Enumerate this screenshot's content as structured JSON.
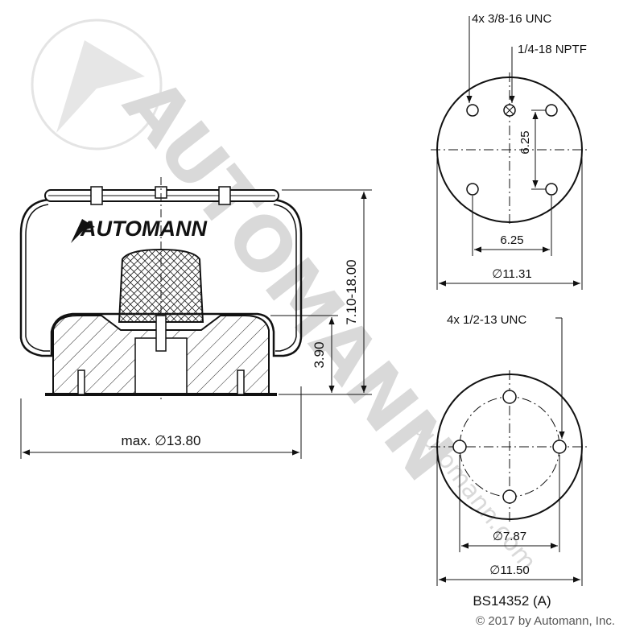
{
  "brand_logo_text": "AUTOMANN",
  "watermark": {
    "text": "AUTOMANN",
    "url": "automann.com"
  },
  "side_view": {
    "overall_diameter_label": "max. ∅13.80",
    "height_range_label": "7.10-18.00",
    "piston_height_label": "3.90"
  },
  "top_plate_view": {
    "thread_callout": "4x 3/8-16 UNC",
    "port_callout": "1/4-18 NPTF",
    "vertical_spacing_label": "6.25",
    "horizontal_spacing_label": "6.25",
    "diameter_label": "∅11.31"
  },
  "bottom_plate_view": {
    "thread_callout": "4x 1/2-13 UNC",
    "bolt_circle_label": "∅7.87",
    "diameter_label": "∅11.50"
  },
  "part_number": "BS14352 (A)",
  "copyright": "© 2017 by Automann, Inc."
}
